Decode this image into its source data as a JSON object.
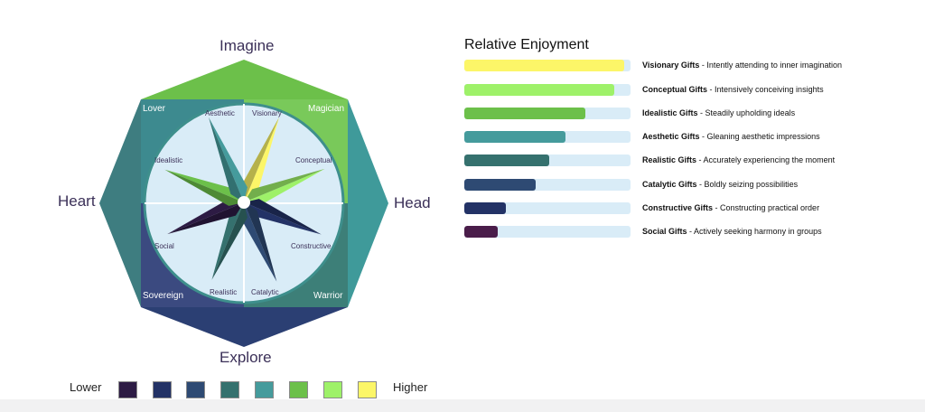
{
  "compass": {
    "directions": {
      "top": "Imagine",
      "left": "Heart",
      "right": "Head",
      "bottom": "Explore"
    },
    "corners": {
      "top_left": "Lover",
      "top_right": "Magician",
      "bottom_left": "Sovereign",
      "bottom_right": "Warrior"
    },
    "gifts": [
      "Visionary",
      "Conceptual",
      "Constructive",
      "Catalytic",
      "Realistic",
      "Social",
      "Idealistic",
      "Aesthetic"
    ],
    "colors": {
      "imagine": "#6cc04a",
      "head": "#3f9a9a",
      "explore": "#2b3f73",
      "heart": "#3e7d80",
      "lover": "#3d8a8f",
      "magician": "#79c95a",
      "sovereign": "#3b4a80",
      "warrior": "#3d7f78",
      "circle": "#d9ecf7",
      "circle_border": "#3e8f8c"
    }
  },
  "legend": {
    "lower_label": "Lower",
    "higher_label": "Higher",
    "colors": [
      "#2d1b44",
      "#233266",
      "#2e4a73",
      "#35716e",
      "#459b9c",
      "#6cc04a",
      "#9ef169",
      "#fcf668"
    ]
  },
  "enjoyment": {
    "title": "Relative Enjoyment",
    "rows": [
      {
        "name": "Visionary Gifts",
        "desc": " - Intently attending to inner imagination",
        "value": 0.96,
        "color": "#fcf668"
      },
      {
        "name": "Conceptual Gifts",
        "desc": " - Intensively conceiving insights",
        "value": 0.9,
        "color": "#9ef169"
      },
      {
        "name": "Idealistic Gifts",
        "desc": " - Steadily upholding ideals",
        "value": 0.73,
        "color": "#6cc04a"
      },
      {
        "name": "Aesthetic Gifts",
        "desc": " - Gleaning aesthetic impressions",
        "value": 0.61,
        "color": "#459b9c"
      },
      {
        "name": "Realistic Gifts",
        "desc": " - Accurately experiencing the moment",
        "value": 0.51,
        "color": "#35716e"
      },
      {
        "name": "Catalytic Gifts",
        "desc": " - Boldly seizing possibilities",
        "value": 0.43,
        "color": "#2e4a73"
      },
      {
        "name": "Constructive Gifts",
        "desc": " - Constructing practical order",
        "value": 0.25,
        "color": "#233266"
      },
      {
        "name": "Social Gifts",
        "desc": " - Actively seeking harmony in groups",
        "value": 0.2,
        "color": "#4a1d4a"
      }
    ]
  },
  "star": {
    "spokes": [
      {
        "gift": "Visionary",
        "value": 1.0,
        "color": "#fcf668"
      },
      {
        "gift": "Conceptual",
        "value": 0.95,
        "color": "#9ef169"
      },
      {
        "gift": "Constructive",
        "value": 0.91,
        "color": "#233266"
      },
      {
        "gift": "Catalytic",
        "value": 0.93,
        "color": "#2e4a73"
      },
      {
        "gift": "Realistic",
        "value": 0.91,
        "color": "#35716e"
      },
      {
        "gift": "Social",
        "value": 0.9,
        "color": "#2d1b44"
      },
      {
        "gift": "Idealistic",
        "value": 0.93,
        "color": "#6cc04a"
      },
      {
        "gift": "Aesthetic",
        "value": 1.0,
        "color": "#459b9c"
      }
    ]
  }
}
